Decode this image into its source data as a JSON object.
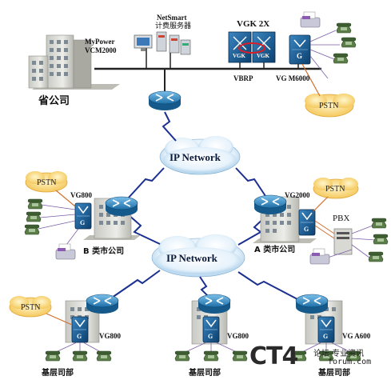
{
  "headquarters": {
    "name": "省公司",
    "mypower_line1": "MyPower",
    "mypower_line2": "VCM2000",
    "netsmart_line1": "NetSmart",
    "netsmart_line2": "计费服务器",
    "vgk_label": "VGK 2X",
    "vgk_badge": "VGK",
    "vbrp_label": "VBRP",
    "vg_m6000_label": "VG M6000",
    "pstn": "PSTN"
  },
  "clouds": {
    "upper": "IP Network",
    "lower": "IP Network"
  },
  "branch_b": {
    "name": "B 类市公司",
    "vg_label": "VG800",
    "pstn": "PSTN"
  },
  "branch_a": {
    "name": "A 类市公司",
    "vg_label": "VG2000",
    "pstn": "PSTN",
    "pbx": "PBX"
  },
  "grassroots": [
    {
      "name": "基层司部",
      "vg_label": "VG800",
      "pstn": "PSTN"
    },
    {
      "name": "基层司部",
      "vg_label": "VG800"
    },
    {
      "name": "基层司部",
      "vg_label": "VG A600"
    }
  ],
  "gateway_badge": "G",
  "watermark": {
    "logo": "CT4",
    "tagline": "论坛 专业资讯",
    "domain": "forum.com"
  },
  "colors": {
    "router_blue": "#1d6fa8",
    "router_light": "#6fb3e0",
    "gateway_blue": "#0e4f86",
    "zigzag": "#1a2f8f",
    "pstn_cloud": "#ffe08a",
    "building": "#d7d7d2"
  }
}
